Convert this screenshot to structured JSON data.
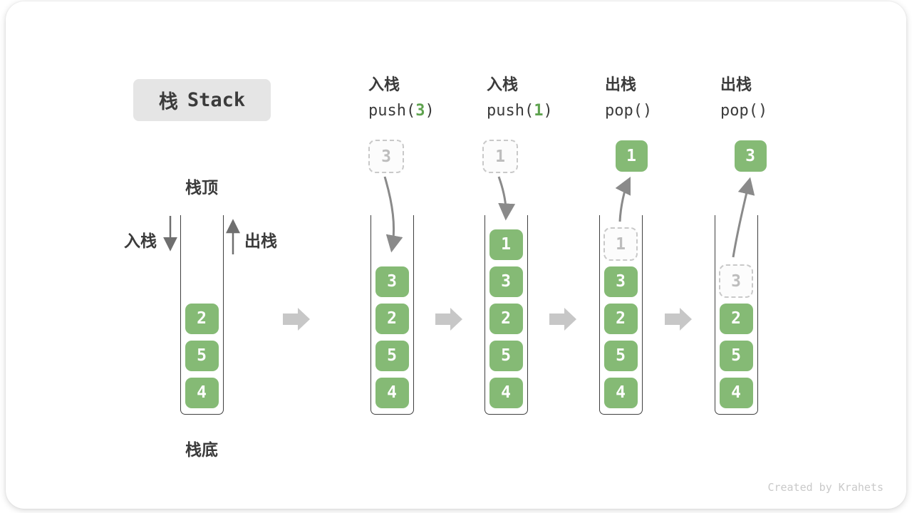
{
  "title": {
    "zh": "栈",
    "en": "Stack"
  },
  "stack_labels": {
    "top": "栈顶",
    "bottom": "栈底",
    "push": "入栈",
    "pop": "出栈"
  },
  "watermark": "Created by Krahets",
  "colors": {
    "element_green": "#85ba75",
    "op_arg_green": "#5ea24e",
    "text_dark": "#3b3b3b",
    "curve_arrow_gray": "#8a8a8a",
    "flow_arrow_gray": "#c7c7c7",
    "ghost_dash_gray": "#c9c9c9",
    "title_badge_bg": "#e5e5e5"
  },
  "steps": [
    {
      "name": "initial",
      "stack": [
        "2",
        "5",
        "4"
      ]
    },
    {
      "name": "push-3",
      "header": {
        "zh": "入栈",
        "pre": "push(",
        "arg": "3",
        "post": ")"
      },
      "incoming": "3",
      "stack": [
        "3",
        "2",
        "5",
        "4"
      ]
    },
    {
      "name": "push-1",
      "header": {
        "zh": "入栈",
        "pre": "push(",
        "arg": "1",
        "post": ")"
      },
      "incoming": "1",
      "stack": [
        "1",
        "3",
        "2",
        "5",
        "4"
      ]
    },
    {
      "name": "pop-1",
      "header": {
        "zh": "出栈",
        "pre": "pop()",
        "arg": "",
        "post": ""
      },
      "outgoing": "1",
      "ghost": "1",
      "stack": [
        "3",
        "2",
        "5",
        "4"
      ]
    },
    {
      "name": "pop-3",
      "header": {
        "zh": "出栈",
        "pre": "pop()",
        "arg": "",
        "post": ""
      },
      "outgoing": "3",
      "ghost": "3",
      "stack": [
        "2",
        "5",
        "4"
      ]
    }
  ]
}
